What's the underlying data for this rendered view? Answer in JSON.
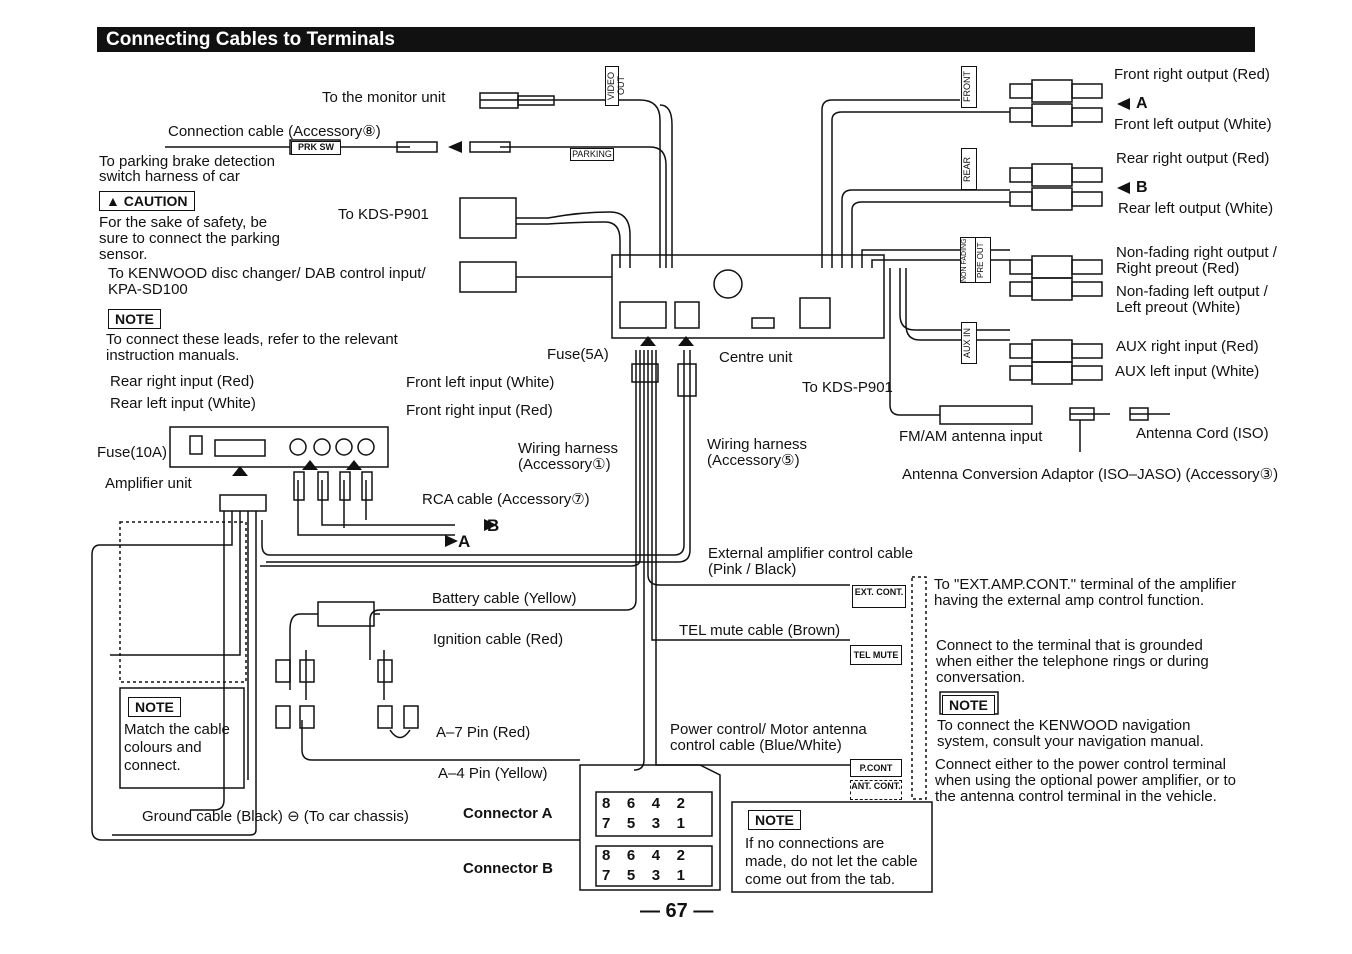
{
  "header": {
    "title": "Connecting Cables to Terminals"
  },
  "labels": {
    "monitor_unit": "To the monitor unit",
    "video_out": "VIDEO OUT",
    "connection_cable": "Connection cable (Accessory⑧)",
    "prk_sw": "PRK SW",
    "parking": "PARKING",
    "parking_brake_line1": "To parking brake detection",
    "parking_brake_line2": "switch harness of car",
    "caution": "▲ CAUTION",
    "caution_text_line1": "For the sake of safety, be",
    "caution_text_line2": "sure to connect the parking",
    "caution_text_line3": "sensor.",
    "kds_p901_top": "To KDS-P901",
    "disc_changer_line1": "To KENWOOD disc changer/ DAB control input/",
    "disc_changer_line2": "KPA-SD100",
    "note1_badge": "NOTE",
    "note1_line1": "To connect these leads, refer to the relevant",
    "note1_line2": "instruction manuals.",
    "fuse5a": "Fuse(5A)",
    "centre_unit": "Centre unit",
    "kds_p901_bottom": "To KDS-P901",
    "rear_right_input": "Rear right input (Red)",
    "rear_left_input": "Rear left input (White)",
    "front_left_input": "Front left input (White)",
    "front_right_input": "Front right input (Red)",
    "fuse10a": "Fuse(10A)",
    "amplifier_unit": "Amplifier unit",
    "wiring_harness1_line1": "Wiring harness",
    "wiring_harness1_line2": "(Accessory①)",
    "wiring_harness5_line1": "Wiring harness",
    "wiring_harness5_line2": "(Accessory⑤)",
    "rca_cable": "RCA cable (Accessory⑦)",
    "arrow_b": "B",
    "arrow_a": "A",
    "ext_amp_line1": "External amplifier control cable",
    "ext_amp_line2": "(Pink / Black)",
    "ext_cont_tag": "EXT. CONT.",
    "ext_amp_desc_line1": "To \"EXT.AMP.CONT.\" terminal of the amplifier",
    "ext_amp_desc_line2": "having the external amp control function.",
    "battery_cable": "Battery cable (Yellow)",
    "tel_mute_cable": "TEL mute cable (Brown)",
    "tel_mute_tag": "TEL MUTE",
    "tel_mute_desc_line1": "Connect to the terminal that is grounded",
    "tel_mute_desc_line2": "when either the telephone rings or during",
    "tel_mute_desc_line3": "conversation.",
    "ignition_cable": "Ignition cable (Red)",
    "note2_badge": "NOTE",
    "note2_line1": "To connect the KENWOOD navigation",
    "note2_line2": "system, consult your navigation manual.",
    "note3_badge": "NOTE",
    "note3_line1": "Match the cable",
    "note3_line2": "colours and",
    "note3_line3": "connect.",
    "a7_pin": "A–7 Pin (Red)",
    "power_control_line1": "Power control/ Motor antenna",
    "power_control_line2": "control cable (Blue/White)",
    "p_cont_tag": "P.CONT",
    "ant_cont_tag": "ANT. CONT.",
    "power_desc_line1": "Connect either to the power control terminal",
    "power_desc_line2": "when using the optional power amplifier, or to",
    "power_desc_line3": "the antenna control terminal in the vehicle.",
    "a4_pin": "A–4 Pin (Yellow)",
    "ground_cable": "Ground cable (Black) ⊖ (To car chassis)",
    "connector_a": "Connector A",
    "connector_b": "Connector B",
    "note4_badge": "NOTE",
    "note4_line1": "If no connections are",
    "note4_line2": "made, do not let the cable",
    "note4_line3": "come out from the tab.",
    "front_tag": "FRONT",
    "rear_tag": "REAR",
    "nonfading_tag": "NON FADING",
    "preout_tag": "PRE OUT",
    "aux_in_tag": "AUX IN",
    "front_right_output": "Front right output (Red)",
    "front_left_output": "Front left output (White)",
    "rear_right_output": "Rear right output (Red)",
    "rear_left_output": "Rear left output (White)",
    "nonfading_right_line1": "Non-fading right output /",
    "nonfading_right_line2": "Right preout (Red)",
    "nonfading_left_line1": "Non-fading left output /",
    "nonfading_left_line2": "Left preout (White)",
    "aux_right_input": "AUX right input (Red)",
    "aux_left_input": "AUX left input (White)",
    "fm_am_antenna": "FM/AM antenna input",
    "antenna_cord": "Antenna Cord (ISO)",
    "antenna_adaptor": "Antenna Conversion Adaptor (ISO–JASO) (Accessory③)",
    "side_a": "A",
    "side_b": "B",
    "page_number": "— 67 —"
  },
  "connector_pins": {
    "row_top": [
      "8",
      "6",
      "4",
      "2"
    ],
    "row_bottom": [
      "7",
      "5",
      "3",
      "1"
    ]
  }
}
